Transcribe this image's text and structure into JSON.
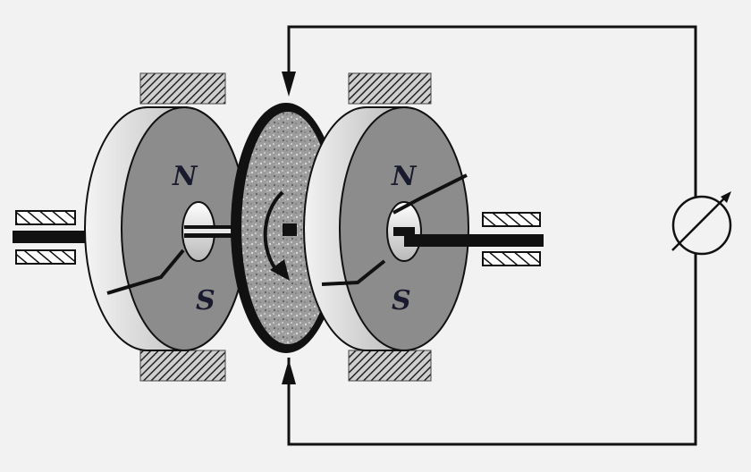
{
  "diagram": {
    "left_magnet": {
      "north_label": "N",
      "south_label": "S"
    },
    "right_magnet": {
      "north_label": "N",
      "south_label": "S"
    },
    "meter_icon": "galvanometer-icon",
    "rotation_icon": "curved-rotation-arrow-icon"
  },
  "colors": {
    "background": "#f2f2f2",
    "magnet_face": "#8a8a8a",
    "magnet_rim_light": "#d8d8d8",
    "disk": "#a9a9a9",
    "wire": "#111111"
  }
}
